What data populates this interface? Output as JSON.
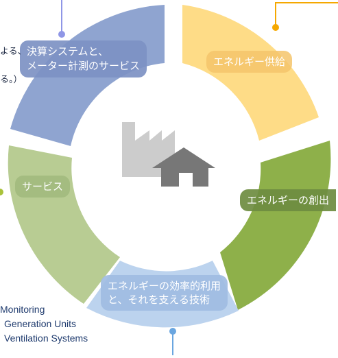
{
  "segments": [
    {
      "id": "top-left",
      "label": "決算システムと、\nメーター計測のサービス",
      "color": "#8fa4d0"
    },
    {
      "id": "top-right",
      "label": "エネルギー供給",
      "color": "#fedc87"
    },
    {
      "id": "right",
      "label": "エネルギーの創出",
      "color": "#8eb04a"
    },
    {
      "id": "bottom",
      "label": "エネルギーの効率的利用\nと、それを支える技術",
      "color": "#bcd3ee"
    },
    {
      "id": "left",
      "label": "サービス",
      "color": "#b8cc93"
    }
  ],
  "annotations": {
    "top_left_clip_line1": "よる、",
    "top_left_clip_line2": "る。）",
    "bottom_left_lines": [
      "Monitoring",
      "Generation Units",
      "Ventilation Systems"
    ]
  },
  "colors": {
    "factory": "#cccccc",
    "house": "#777777",
    "connector_blue": "#8f96e6",
    "connector_orange": "#f5a800",
    "connector_green": "#a9c23a",
    "connector_lightblue": "#6aa6e0"
  },
  "icons": {
    "center": [
      "factory-icon",
      "house-icon"
    ]
  }
}
